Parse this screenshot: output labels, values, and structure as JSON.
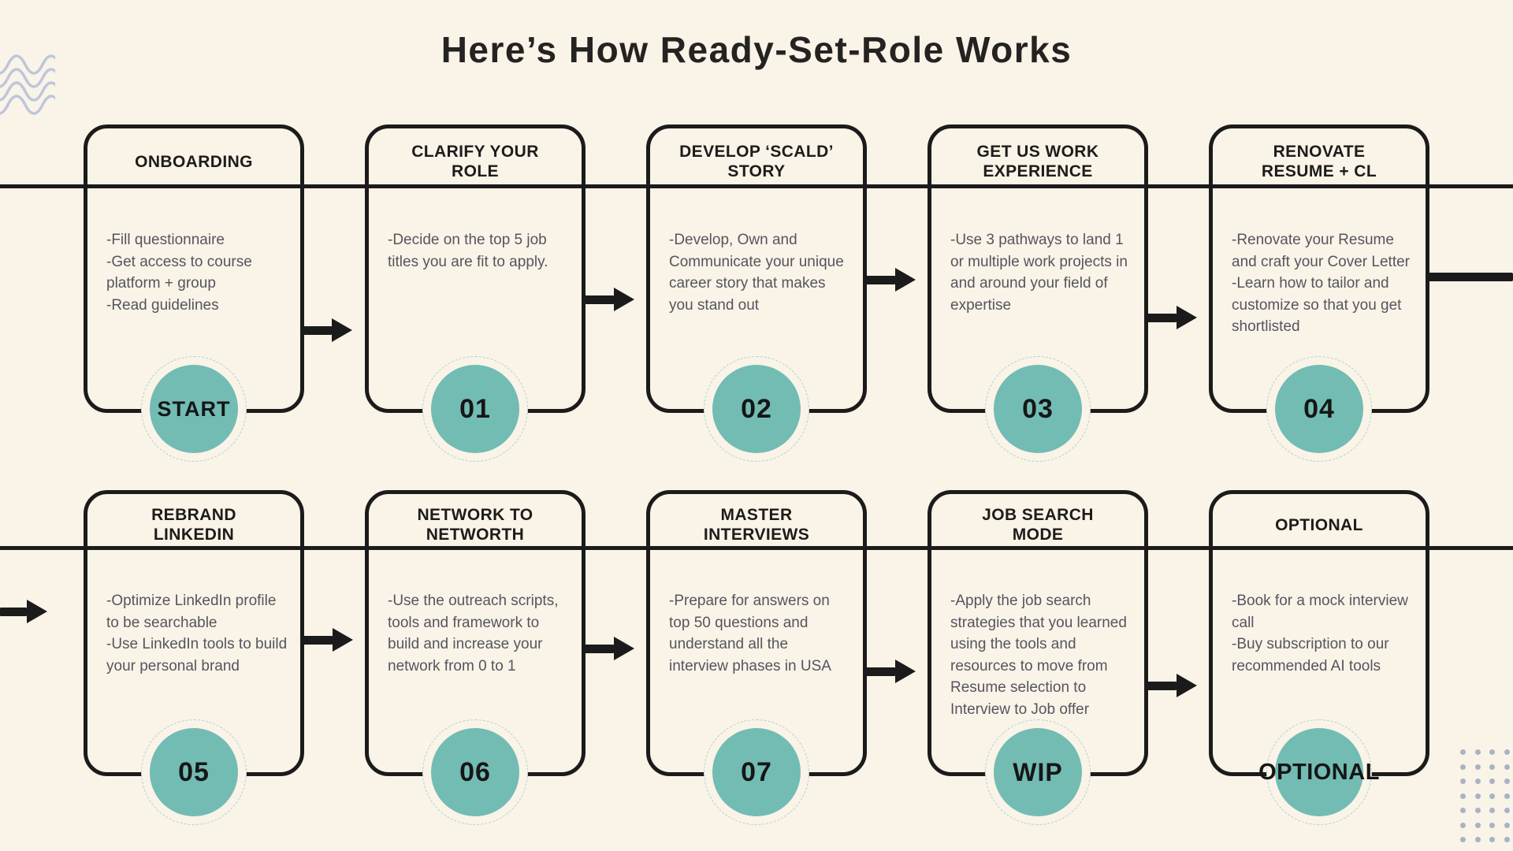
{
  "title": "Here’s How Ready-Set-Role Works",
  "colors": {
    "background": "#faf3e7",
    "ink": "#1b1b1b",
    "teal_badge": "#72bcb4",
    "body_text": "#54555e",
    "badge_text": "#161616",
    "wave_decoration": "#bdc6da",
    "dot_decoration": "#a9b3c5"
  },
  "decorations": {
    "top_left": "wave-lines-icon",
    "bottom_right": "dot-grid"
  },
  "cards": [
    {
      "step": 1,
      "row": 1,
      "col": 1,
      "title": "ONBOARDING",
      "body": "-Fill questionnaire\n-Get access to course platform + group\n-Read guidelines",
      "badge": "START"
    },
    {
      "step": 2,
      "row": 1,
      "col": 2,
      "title": "CLARIFY YOUR\nROLE",
      "body": "-Decide on the top 5 job titles you are fit to apply.",
      "badge": "01"
    },
    {
      "step": 3,
      "row": 1,
      "col": 3,
      "title": "DEVELOP ‘SCALD’\nSTORY",
      "body": "-Develop, Own and Communicate your unique career story that makes you stand out",
      "badge": "02"
    },
    {
      "step": 4,
      "row": 1,
      "col": 4,
      "title": "GET US WORK\nEXPERIENCE",
      "body": "-Use 3 pathways to land 1 or multiple work projects in and around your field of expertise",
      "badge": "03"
    },
    {
      "step": 5,
      "row": 1,
      "col": 5,
      "title": "RENOVATE\nRESUME + CL",
      "body": "-Renovate your Resume and craft your Cover Letter\n-Learn how to tailor and customize so that you get shortlisted",
      "badge": "04"
    },
    {
      "step": 6,
      "row": 2,
      "col": 1,
      "title": "REBRAND\nLINKEDIN",
      "body": "-Optimize LinkedIn profile to be searchable\n-Use LinkedIn tools to build your personal brand",
      "badge": "05"
    },
    {
      "step": 7,
      "row": 2,
      "col": 2,
      "title": "NETWORK TO\nNETWORTH",
      "body": "-Use the outreach scripts, tools and framework to build and increase your network from 0 to 1",
      "badge": "06"
    },
    {
      "step": 8,
      "row": 2,
      "col": 3,
      "title": "MASTER\nINTERVIEWS",
      "body": "-Prepare for answers on top 50 questions and understand all the interview phases in USA",
      "badge": "07"
    },
    {
      "step": 9,
      "row": 2,
      "col": 4,
      "title": "JOB SEARCH\nMODE",
      "body": "-Apply the job search strategies that you learned using the tools and resources to move from Resume selection to Interview to Job offer",
      "badge": "WIP"
    },
    {
      "step": 10,
      "row": 2,
      "col": 5,
      "title": "OPTIONAL",
      "body": "-Book for a mock interview call\n-Buy subscription to our recommended AI tools",
      "badge": "OPTIONAL"
    }
  ]
}
